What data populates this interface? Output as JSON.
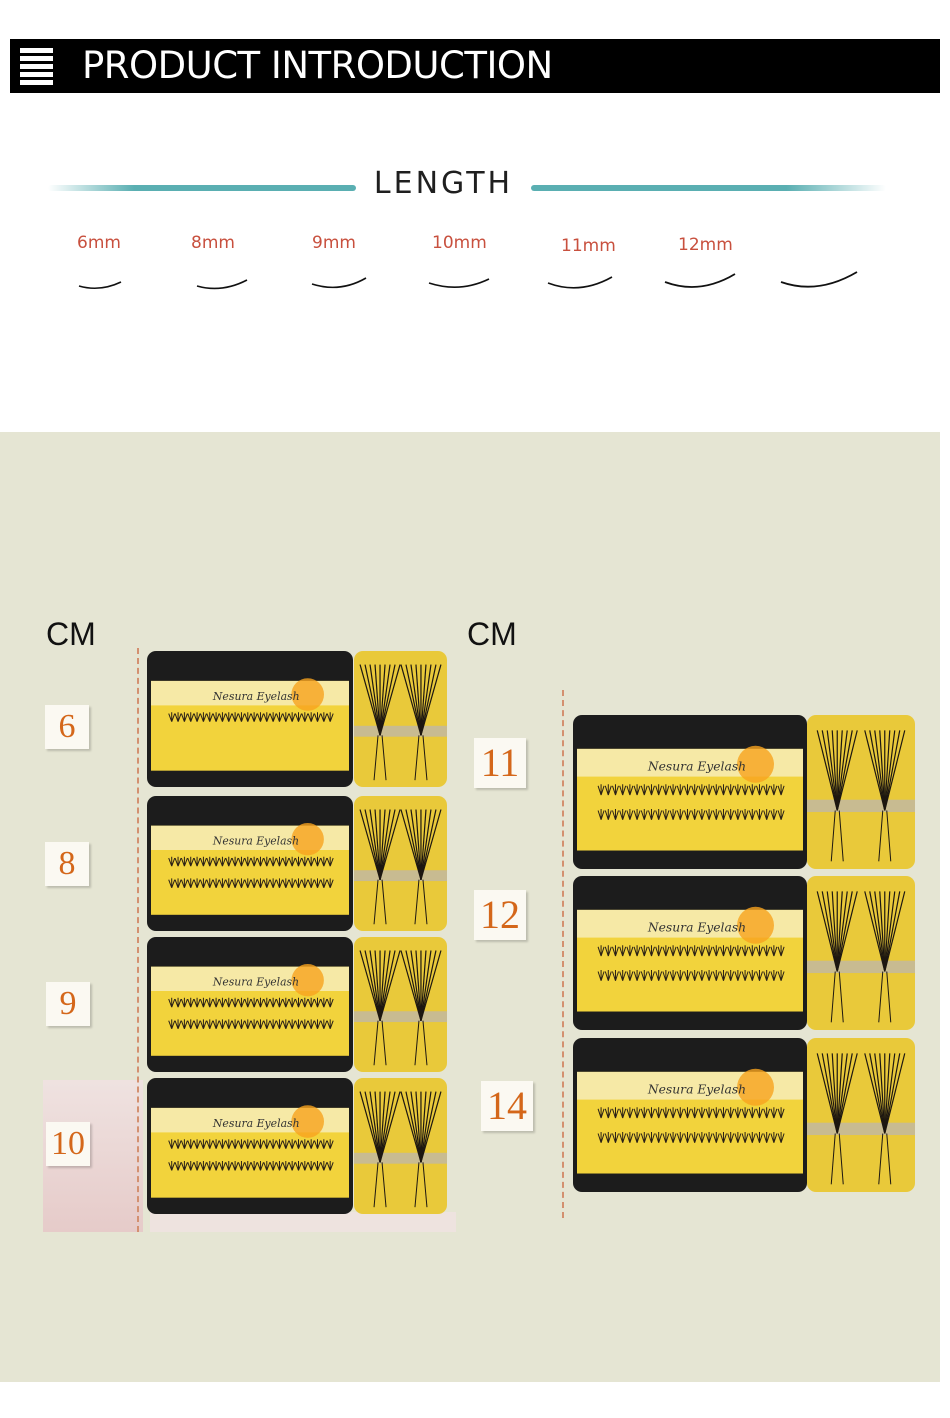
{
  "header": {
    "title": "PRODUCT INTRODUCTION",
    "icon": "menu-icon"
  },
  "length": {
    "title": "LENGTH",
    "labels": [
      "6mm",
      "8mm",
      "9mm",
      "10mm",
      "11mm",
      "12mm"
    ]
  },
  "left_panel": {
    "unit": "CM",
    "sizes": [
      "6",
      "8",
      "9",
      "10"
    ]
  },
  "right_panel": {
    "unit": "CM",
    "sizes": [
      "11",
      "12",
      "14"
    ]
  },
  "box_brand": "Nesura Eyelash",
  "colors": {
    "header_bg": "#000000",
    "accent_line": "#5aafb2",
    "mm_label": "#c8503e",
    "size_tag_text": "#d4671a",
    "panel_bg": "#e5e5d3",
    "box_yellow": "#f2d33c"
  }
}
